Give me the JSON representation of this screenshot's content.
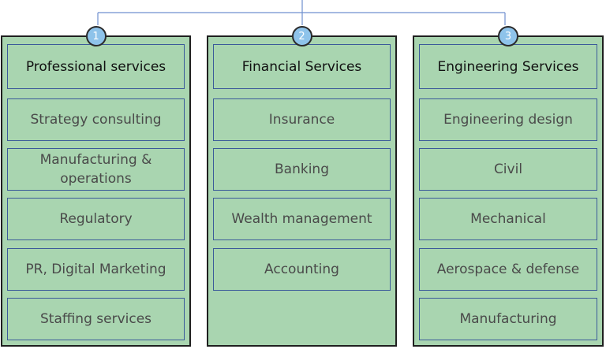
{
  "colors": {
    "column_fill": "#a9d5b0",
    "box_border": "#3b5a9a",
    "badge_fill": "#8ec3ea",
    "connector": "#6f8fcf"
  },
  "columns": [
    {
      "number": "1",
      "title": "Professional services",
      "items": [
        "Strategy consulting",
        "Manufacturing & operations",
        "Regulatory",
        "PR, Digital Marketing",
        "Staffing services"
      ]
    },
    {
      "number": "2",
      "title": "Financial Services",
      "items": [
        "Insurance",
        "Banking",
        "Wealth management",
        "Accounting"
      ]
    },
    {
      "number": "3",
      "title": "Engineering Services",
      "items": [
        "Engineering design",
        "Civil",
        "Mechanical",
        "Aerospace & defense",
        "Manufacturing"
      ]
    }
  ]
}
